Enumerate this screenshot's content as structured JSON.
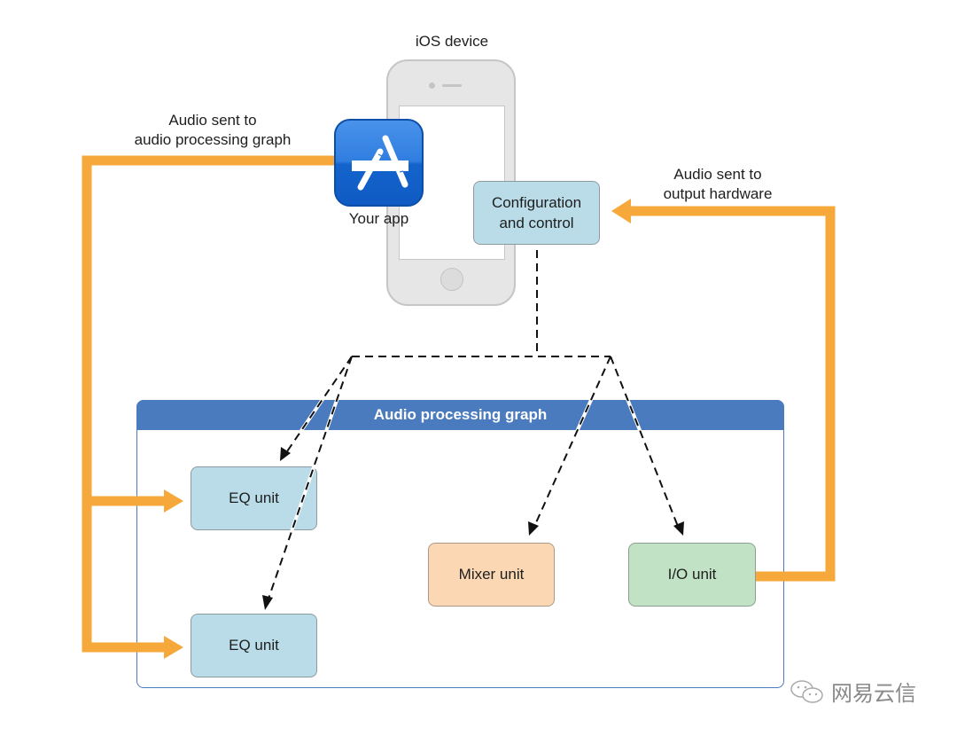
{
  "device": {
    "title": "iOS device",
    "app_label": "Your app",
    "app_icon": "app-store-icon"
  },
  "config_box": {
    "line1": "Configuration",
    "line2": "and control"
  },
  "annotations": {
    "input_line1": "Audio sent to",
    "input_line2": "audio processing graph",
    "output_line1": "Audio sent to",
    "output_line2": "output hardware"
  },
  "graph": {
    "title": "Audio processing graph",
    "units": {
      "eq_top": "EQ unit",
      "eq_bottom": "EQ unit",
      "mixer": "Mixer unit",
      "io": "I/O unit"
    }
  },
  "colors": {
    "audio_flow": "#f6a83b",
    "graph_header": "#4b7bbf",
    "eq_fill": "#b9dce8",
    "mixer_fill": "#fbd7b3",
    "io_fill": "#c2e2c6",
    "app_icon_blue": "#1f6fd6"
  },
  "watermark": {
    "icon": "wechat-icon",
    "text": "网易云信"
  }
}
